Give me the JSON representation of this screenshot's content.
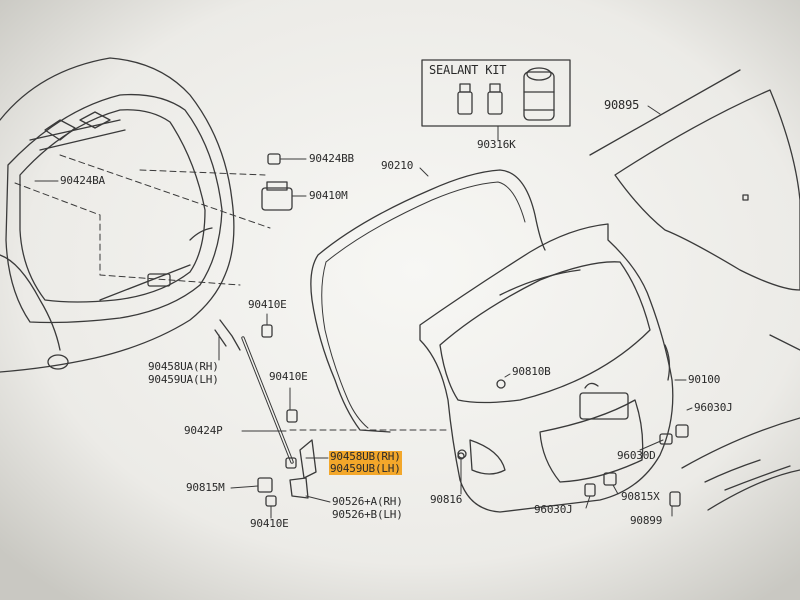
{
  "diagram": {
    "kit_title": "SEALANT KIT",
    "parts": {
      "p90316k": "90316K",
      "p90895": "90895",
      "p90424bb": "90424BB",
      "p90424ba": "90424BA",
      "p90410m": "90410M",
      "p90210": "90210",
      "p90410e_top": "90410E",
      "p90458ua": "90458UA(RH)",
      "p90459ua": "90459UA(LH)",
      "p90410e_mid": "90410E",
      "p90424p": "90424P",
      "p90458ub": "90458UB(RH)",
      "p90459ub": "90459UB(LH)",
      "p90810b": "90810B",
      "p90100": "90100",
      "p96030j_r": "96030J",
      "p96030d": "96030D",
      "p90815m": "90815M",
      "p90410e_bot": "90410E",
      "p90526a": "90526+A(RH)",
      "p90526b": "90526+B(LH)",
      "p90816": "90816",
      "p96030j_b": "96030J",
      "p90815x": "90815X",
      "p90899": "90899"
    }
  },
  "colors": {
    "paper": "#f4f4f0",
    "line": "#3a3a3a",
    "highlight": "#f3a72a"
  }
}
